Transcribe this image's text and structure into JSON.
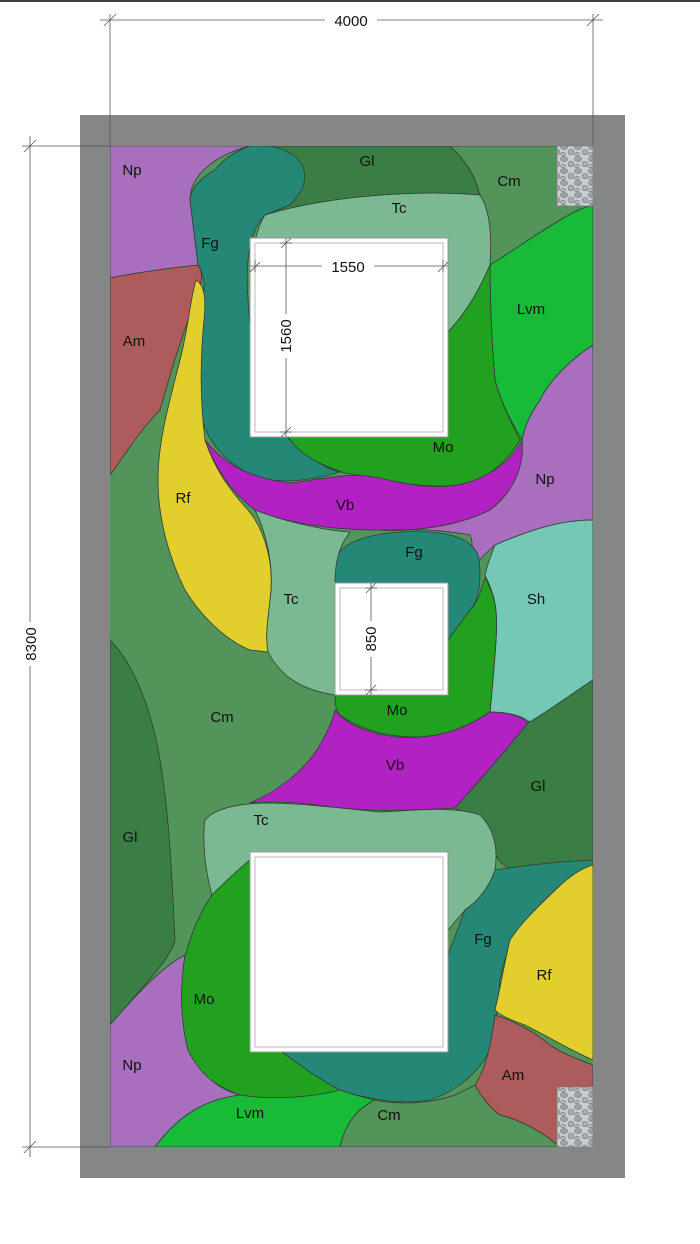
{
  "dimensions": {
    "overall_width": "4000",
    "overall_height": "8300",
    "upper_opening_width": "1550",
    "upper_opening_height": "1560",
    "middle_opening_height": "850"
  },
  "zones": [
    {
      "key": "np_tl",
      "label": "Np",
      "color": "#a86fbe"
    },
    {
      "key": "gl_top",
      "label": "Gl",
      "color": "#3b7e45"
    },
    {
      "key": "cm_tr",
      "label": "Cm",
      "color": "#52945a"
    },
    {
      "key": "fg_top",
      "label": "Fg",
      "color": "#258876"
    },
    {
      "key": "tc_top",
      "label": "Tc",
      "color": "#7ab991"
    },
    {
      "key": "am_l",
      "label": "Am",
      "color": "#ad5b5b"
    },
    {
      "key": "lvm_r",
      "label": "Lvm",
      "color": "#18bb38"
    },
    {
      "key": "rf_l",
      "label": "Rf",
      "color": "#e2cf2e"
    },
    {
      "key": "mo_top",
      "label": "Mo",
      "color": "#21a11f"
    },
    {
      "key": "vb_top",
      "label": "Vb",
      "color": "#b222c2"
    },
    {
      "key": "np_r",
      "label": "Np",
      "color": "#a86fbe"
    },
    {
      "key": "fg_mid",
      "label": "Fg",
      "color": "#258876"
    },
    {
      "key": "tc_mid",
      "label": "Tc",
      "color": "#7ab991"
    },
    {
      "key": "sh_r",
      "label": "Sh",
      "color": "#76c8b6"
    },
    {
      "key": "cm_mid",
      "label": "Cm",
      "color": "#52945a"
    },
    {
      "key": "mo_mid",
      "label": "Mo",
      "color": "#21a11f"
    },
    {
      "key": "vb_mid",
      "label": "Vb",
      "color": "#b222c2"
    },
    {
      "key": "gl_r",
      "label": "Gl",
      "color": "#3b7e45"
    },
    {
      "key": "gl_l",
      "label": "Gl",
      "color": "#3b7e45"
    },
    {
      "key": "tc_bot",
      "label": "Tc",
      "color": "#7ab991"
    },
    {
      "key": "fg_bot",
      "label": "Fg",
      "color": "#258876"
    },
    {
      "key": "rf_r",
      "label": "Rf",
      "color": "#e2cf2e"
    },
    {
      "key": "mo_bot",
      "label": "Mo",
      "color": "#21a11f"
    },
    {
      "key": "np_bl",
      "label": "Np",
      "color": "#a86fbe"
    },
    {
      "key": "am_br",
      "label": "Am",
      "color": "#ad5b5b"
    },
    {
      "key": "lvm_b",
      "label": "Lvm",
      "color": "#18bb38"
    },
    {
      "key": "cm_b",
      "label": "Cm",
      "color": "#52945a"
    }
  ],
  "colors": {
    "wall": "#858786",
    "opening": "#ffffff",
    "gravel": "#b9bdc0",
    "dimension_line": "#555555"
  }
}
